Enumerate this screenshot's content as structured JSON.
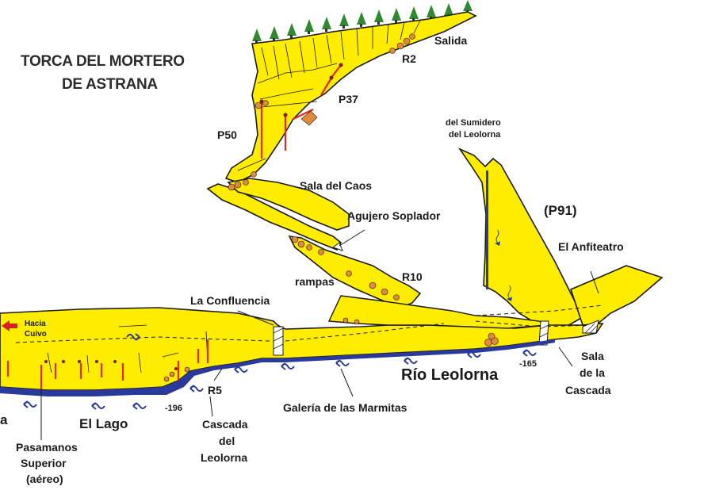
{
  "title": {
    "line1": "TORCA DEL MORTERO",
    "line2": "DE ASTRANA"
  },
  "labels": {
    "salida": "Salida",
    "r2": "R2",
    "p37": "P37",
    "p50": "P50",
    "sala_del_caos": "Sala del Caos",
    "agujero_soplador": "Agujero Soplador",
    "rampas": "rampas",
    "r10": "R10",
    "sumidero_line1": "del Sumidero",
    "sumidero_line2": "del Leolorna",
    "p91": "(P91)",
    "el_anfiteatro": "El Anfiteatro",
    "la_confluencia": "La Confluencia",
    "hacia_line1": "Hacia",
    "hacia_line2": "Cuivo",
    "rio_leolorna": "Río Leolorna",
    "depth_165": "-165",
    "sala_cascada_line1": "Sala",
    "sala_cascada_line2": "de la",
    "sala_cascada_line3": "Cascada",
    "r5": "R5",
    "depth_196": "-196",
    "cascada_line1": "Cascada",
    "cascada_line2": "del",
    "cascada_line3": "Leolorna",
    "galeria_marmitas": "Galería de las Marmitas",
    "el_lago": "El Lago",
    "pasamanos_line1": "Pasamanos",
    "pasamanos_line2": "Superior",
    "pasamanos_line3": "(aéreo)",
    "edge_a": "a"
  },
  "colors": {
    "cave_fill": "#ffed00",
    "outline": "#1a1a1a",
    "water": "#2a3a9a",
    "rope": "#e0281e",
    "rocks": "#e08a3c",
    "trees": "#2f8a2f",
    "arrow_red": "#d81e1e"
  }
}
